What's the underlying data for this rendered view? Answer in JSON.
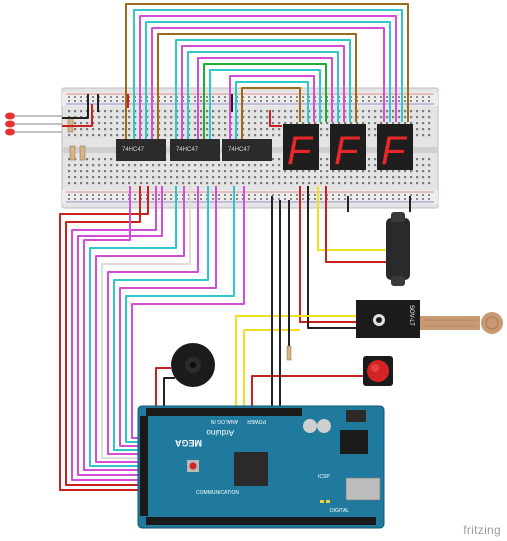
{
  "diagram": {
    "ic_labels": [
      "74HC47",
      "74HC47",
      "74HC47"
    ],
    "display_glyphs": [
      "F",
      "F",
      "F"
    ],
    "board": {
      "brand": "Arduino",
      "model": "MEGA",
      "side_labels": [
        "COMMUNICATION",
        "POWER",
        "ANALOG IN",
        "DIGITAL"
      ],
      "icsp": "ICSP"
    },
    "sensor_module_label": "SOV-LT",
    "watermark": "fritzing"
  },
  "colors": {
    "breadboard": "#e6e6e6",
    "board_blue": "#1f7a9e",
    "segment_red": "#e8272a",
    "wire_red": "#c9211e",
    "wire_brown": "#9b6a1b",
    "wire_magenta": "#d14fd6",
    "wire_cyan": "#2fc7c7",
    "wire_green": "#22aa33",
    "wire_yellow": "#f2e020",
    "wire_black": "#222222",
    "wire_white": "#dddddd"
  }
}
